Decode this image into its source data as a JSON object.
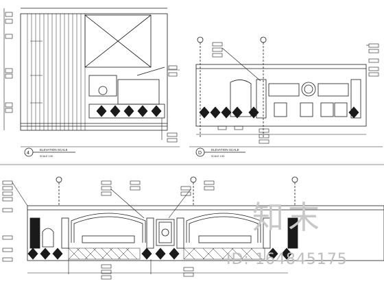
{
  "drawing": {
    "view_4_tag": "4",
    "view_4_title": "ELEVATION  SCALE",
    "view_4_scale_note": "SCALE 1:50",
    "view_d_tag": "D",
    "view_d_title": "ELEVATION  SCALE",
    "view_d_scale_note": "SCALE 1:50"
  },
  "watermark": {
    "logo_text": "知末",
    "id_text": "ID: 164845175"
  },
  "colors": {
    "ink": "#1a1a1a",
    "watermark": "#bdbdbd"
  }
}
